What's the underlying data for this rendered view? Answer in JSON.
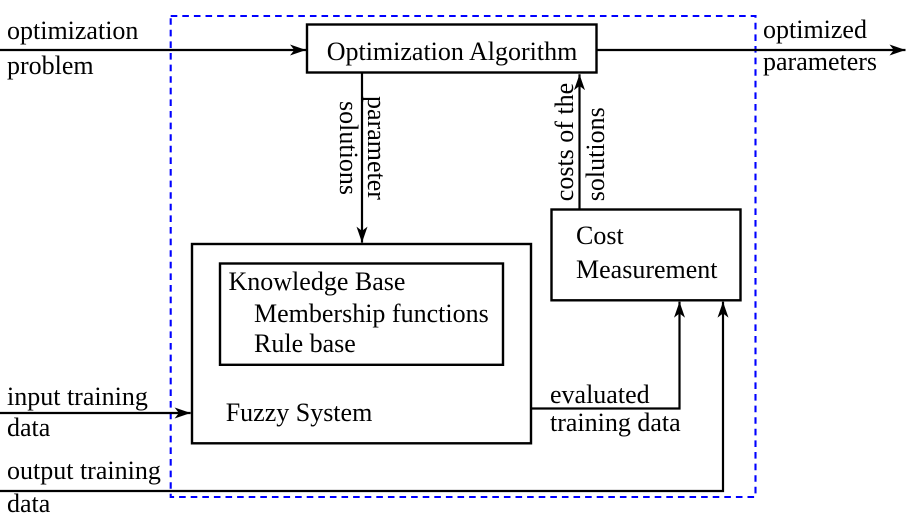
{
  "figure": {
    "type": "block-diagram",
    "description": "Optimization of a fuzzy system: an optimization algorithm tunes fuzzy system parameters based on cost measurements over training data",
    "colors": {
      "line": "#000000",
      "dashed_boundary": "#0000ff",
      "background": "#ffffff",
      "box_fill": "#ffffff",
      "text": "#000000"
    },
    "nodes": {
      "optimization_algorithm": {
        "label": "Optimization Algorithm"
      },
      "fuzzy_system": {
        "label": "Fuzzy System"
      },
      "knowledge_base": {
        "title": "Knowledge Base",
        "items": [
          "Membership functions",
          "Rule base"
        ]
      },
      "cost_measurement": {
        "lines": [
          "Cost",
          "Measurement"
        ]
      }
    },
    "edges": {
      "optimization_problem": {
        "lines": [
          "optimization",
          "problem"
        ]
      },
      "optimized_parameters": {
        "lines": [
          "optimized",
          "parameters"
        ]
      },
      "parameter_solutions": {
        "lines": [
          "parameter",
          "solutions"
        ]
      },
      "costs_of_the_solutions": {
        "lines": [
          "costs of the",
          "solutions"
        ]
      },
      "input_training_data": {
        "lines": [
          "input training",
          "data"
        ]
      },
      "evaluated_training_data": {
        "lines": [
          "evaluated",
          "training data"
        ]
      },
      "output_training_data": {
        "lines": [
          "output training",
          "data"
        ]
      }
    }
  }
}
